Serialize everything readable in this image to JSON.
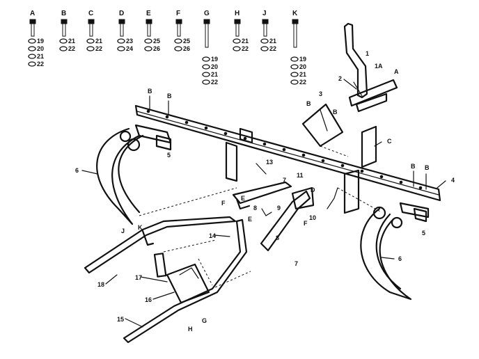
{
  "hardware_columns": [
    {
      "letter": "A",
      "parts": [
        "19",
        "20",
        "21",
        "22"
      ]
    },
    {
      "letter": "B",
      "parts": [
        "21",
        "22"
      ]
    },
    {
      "letter": "C",
      "parts": [
        "21",
        "22"
      ]
    },
    {
      "letter": "D",
      "parts": [
        "23",
        "24"
      ]
    },
    {
      "letter": "E",
      "parts": [
        "25",
        "26"
      ]
    },
    {
      "letter": "F",
      "parts": [
        "25",
        "26"
      ]
    },
    {
      "letter": "G",
      "parts": [
        "19",
        "20",
        "21",
        "22"
      ]
    },
    {
      "letter": "H",
      "parts": [
        "21",
        "22"
      ]
    },
    {
      "letter": "J",
      "parts": [
        "21",
        "22"
      ]
    },
    {
      "letter": "K",
      "parts": [
        "19",
        "20",
        "21",
        "22"
      ]
    }
  ],
  "callouts": {
    "c1": "1",
    "c1A": "1A",
    "c2": "2",
    "c3": "3",
    "c4": "4",
    "c5a": "5",
    "c5b": "5",
    "c6a": "6",
    "c6b": "6",
    "c7a": "7",
    "c7b": "7",
    "c8a": "8",
    "c8b": "8",
    "c9": "9",
    "c10": "10",
    "c11": "11",
    "c13": "13",
    "c14": "14",
    "c15": "15",
    "c16": "16",
    "c17": "17",
    "c18": "18",
    "lA": "A",
    "lB1": "B",
    "lB2": "B",
    "lB3": "B",
    "lB4": "B",
    "lB5": "B",
    "lB6": "B",
    "lC": "C",
    "lD": "D",
    "lE1": "E",
    "lE2": "E",
    "lF1": "F",
    "lF2": "F",
    "lG": "G",
    "lH": "H",
    "lJ": "J",
    "lK": "K"
  }
}
